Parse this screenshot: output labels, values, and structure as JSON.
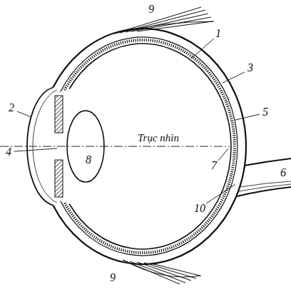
{
  "diagram": {
    "labels": [
      "9",
      "1",
      "3",
      "2",
      "5",
      "6",
      "4",
      "Trục nhìn",
      "8",
      "7",
      "10",
      "9"
    ]
  }
}
